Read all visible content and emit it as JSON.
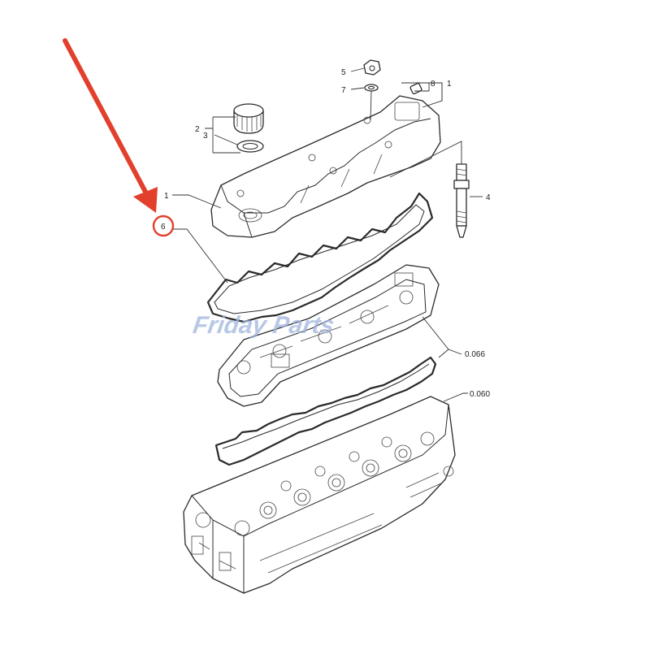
{
  "callouts": [
    {
      "id": "lbl-5",
      "text": "5"
    },
    {
      "id": "lbl-7",
      "text": "7"
    },
    {
      "id": "lbl-8",
      "text": "8"
    },
    {
      "id": "lbl-1-top",
      "text": "1"
    },
    {
      "id": "lbl-2",
      "text": "2"
    },
    {
      "id": "lbl-3",
      "text": "3"
    },
    {
      "id": "lbl-1",
      "text": "1"
    },
    {
      "id": "lbl-6",
      "text": "6"
    },
    {
      "id": "lbl-4",
      "text": "4"
    },
    {
      "id": "lbl-066",
      "text": "0.066"
    },
    {
      "id": "lbl-060",
      "text": "0.060"
    }
  ],
  "watermark": {
    "text": "Friday Parts"
  },
  "colors": {
    "highlight": "#e2402c",
    "line": "#2a2a2a",
    "watermark": "#9fb4dc"
  }
}
